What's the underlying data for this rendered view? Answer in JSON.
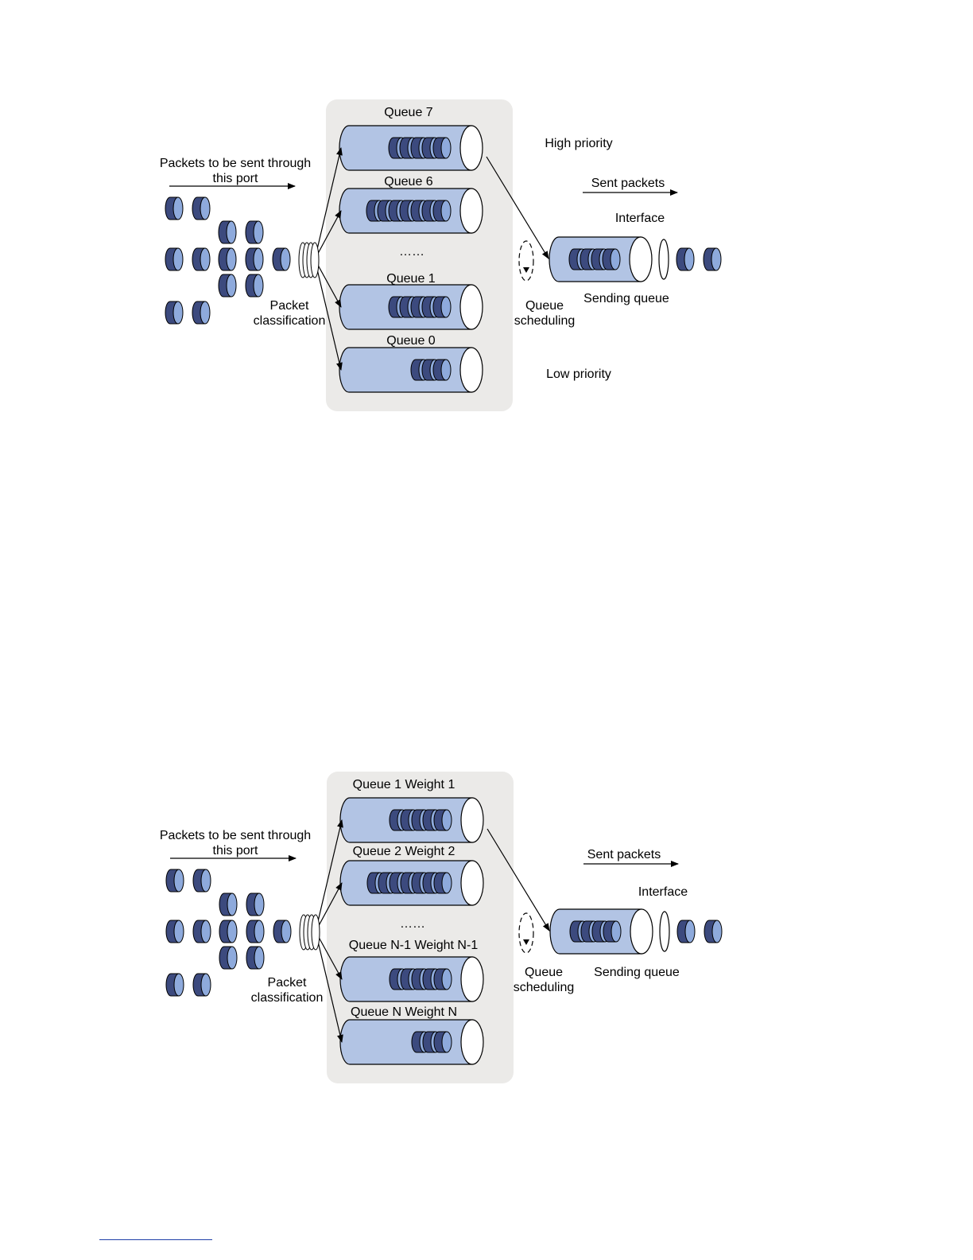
{
  "colors": {
    "panel": "#ebeae8",
    "queue_fill": "#b2c4e4",
    "packet_dark": "#3c4a7e",
    "packet_light": "#8eaadc",
    "stroke": "#000000"
  },
  "figures": [
    {
      "input_label_line1": "Packets to be sent through",
      "input_label_line2": "this port",
      "classification_line1": "Packet",
      "classification_line2": "classification",
      "queues": [
        {
          "label": "Queue 7",
          "packets": 5
        },
        {
          "label": "Queue 6",
          "packets": 7
        },
        {
          "label": "Queue 1",
          "packets": 5
        },
        {
          "label": "Queue 0",
          "packets": 3
        }
      ],
      "ellipsis": "……",
      "high_priority": "High priority",
      "low_priority": "Low priority",
      "sent_packets": "Sent packets",
      "interface": "Interface",
      "scheduling_line1": "Queue",
      "scheduling_line2": "scheduling",
      "sending_queue": "Sending queue"
    },
    {
      "input_label_line1": "Packets to be sent through",
      "input_label_line2": "this port",
      "classification_line1": "Packet",
      "classification_line2": "classification",
      "queues": [
        {
          "label": "Queue 1 Weight 1",
          "packets": 5
        },
        {
          "label": "Queue 2 Weight 2",
          "packets": 7
        },
        {
          "label": "Queue N-1 Weight N-1",
          "packets": 5
        },
        {
          "label": "Queue N Weight N",
          "packets": 3
        }
      ],
      "ellipsis": "……",
      "sent_packets": "Sent packets",
      "interface": "Interface",
      "scheduling_line1": "Queue",
      "scheduling_line2": "scheduling",
      "sending_queue": "Sending queue"
    }
  ]
}
